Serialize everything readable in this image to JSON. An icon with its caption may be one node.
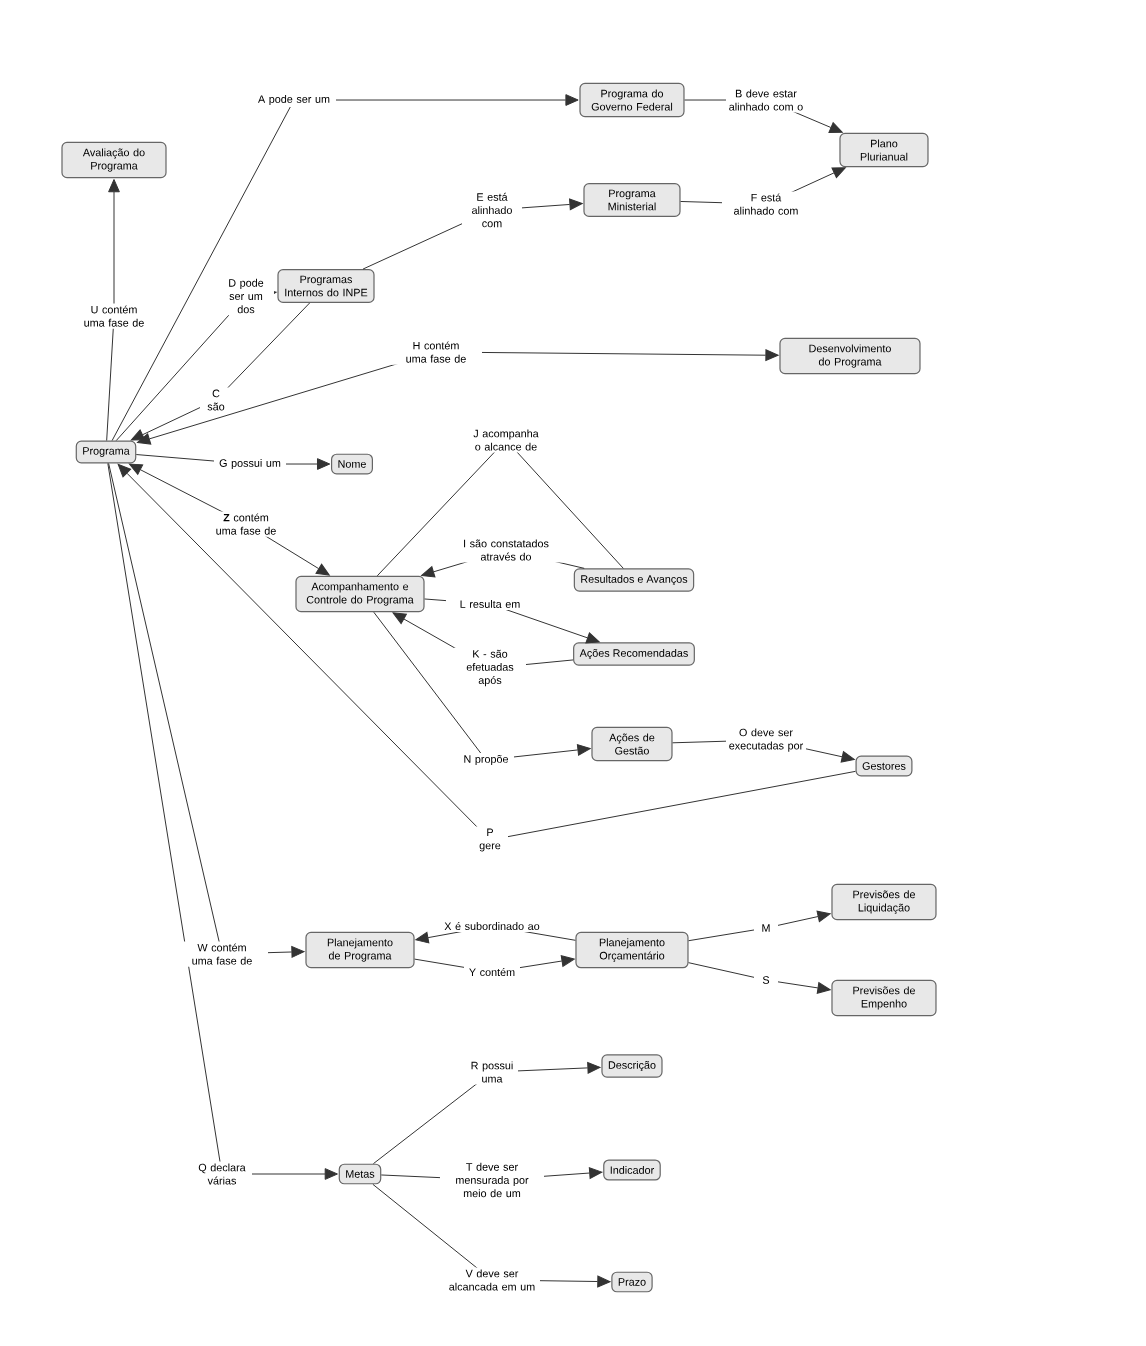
{
  "diagram": {
    "nodes": [
      {
        "text": [
          "Avaliação do Programa"
        ]
      },
      {
        "text": [
          "Programa do Governo Federal"
        ]
      },
      {
        "text": [
          "Plano Plurianual"
        ]
      },
      {
        "text": [
          "Programa Ministerial"
        ]
      },
      {
        "text": [
          "Programas Internos do INPE"
        ]
      },
      {
        "text": [
          "Desenvolvimento do Programa"
        ]
      },
      {
        "text": [
          "Programa"
        ]
      },
      {
        "text": [
          "Nome"
        ]
      },
      {
        "text": [
          "Resultados e Avanços"
        ]
      },
      {
        "text": [
          "Acompanhamento e Controle do Programa"
        ]
      },
      {
        "text": [
          "Ações Recomendadas"
        ]
      },
      {
        "text": [
          "Ações de Gestão"
        ]
      },
      {
        "text": [
          "Gestores"
        ]
      },
      {
        "text": [
          "Planejamento de Programa"
        ]
      },
      {
        "text": [
          "Planejamento Orçamentário"
        ]
      },
      {
        "text": [
          "Previsões de Liquidação"
        ]
      },
      {
        "text": [
          "Previsões de Empenho"
        ]
      },
      {
        "text": [
          "Metas"
        ]
      },
      {
        "text": [
          "Descrição"
        ]
      },
      {
        "text": [
          "Indicador"
        ]
      },
      {
        "text": [
          "Prazo"
        ]
      }
    ],
    "edges": [
      {
        "from": 6,
        "to": 1,
        "arrow": "to",
        "label": "A pode ser um"
      },
      {
        "from": 1,
        "to": 2,
        "arrow": "to",
        "label": "B deve estar alinhado com o"
      },
      {
        "from": 4,
        "to": 6,
        "arrow": "to",
        "label": "C são"
      },
      {
        "from": 6,
        "to": 4,
        "arrow": "to",
        "label": "D pode ser um dos"
      },
      {
        "from": 4,
        "to": 3,
        "arrow": "to",
        "label": "E está alinhado com"
      },
      {
        "from": 3,
        "to": 2,
        "arrow": "to",
        "label": "F está alinhado com"
      },
      {
        "from": 6,
        "to": 7,
        "arrow": "to",
        "label": "G possui um"
      },
      {
        "from": 6,
        "to": 5,
        "arrow": "both",
        "label": "H contém uma fase de"
      },
      {
        "from": 6,
        "to": 9,
        "arrow": "both",
        "label": "**Z** contém uma fase de"
      },
      {
        "from": 9,
        "to": 8,
        "arrow": "none",
        "label": "J acompanha o alcance de"
      },
      {
        "from": 8,
        "to": 9,
        "arrow": "to",
        "label": "I são constatados através do"
      },
      {
        "from": 9,
        "to": 10,
        "arrow": "to",
        "label": "L resulta em"
      },
      {
        "from": 10,
        "to": 9,
        "arrow": "to",
        "label": "K - são efetuadas após"
      },
      {
        "from": 9,
        "to": 11,
        "arrow": "to",
        "label": "N propõe"
      },
      {
        "from": 11,
        "to": 12,
        "arrow": "to",
        "label": "O deve ser executadas por"
      },
      {
        "from": 12,
        "to": 6,
        "arrow": "to",
        "label": "P gere"
      },
      {
        "from": 6,
        "to": 13,
        "arrow": "to",
        "label": "W contém uma fase de"
      },
      {
        "from": 14,
        "to": 13,
        "arrow": "to",
        "label": "X é subordinado ao"
      },
      {
        "from": 13,
        "to": 14,
        "arrow": "to",
        "label": "Y contém"
      },
      {
        "from": 14,
        "to": 15,
        "arrow": "to",
        "label": "M"
      },
      {
        "from": 14,
        "to": 16,
        "arrow": "to",
        "label": "S"
      },
      {
        "from": 6,
        "to": 17,
        "arrow": "to",
        "label": "Q declara várias"
      },
      {
        "from": 17,
        "to": 18,
        "arrow": "to",
        "label": "R possui uma"
      },
      {
        "from": 17,
        "to": 19,
        "arrow": "to",
        "label": "T deve ser mensurada por meio de um"
      },
      {
        "from": 17,
        "to": 20,
        "arrow": "to",
        "label": "V deve ser alcancada em um"
      },
      {
        "from": 6,
        "to": 0,
        "arrow": "to",
        "label": "U contém uma fase de"
      }
    ]
  }
}
